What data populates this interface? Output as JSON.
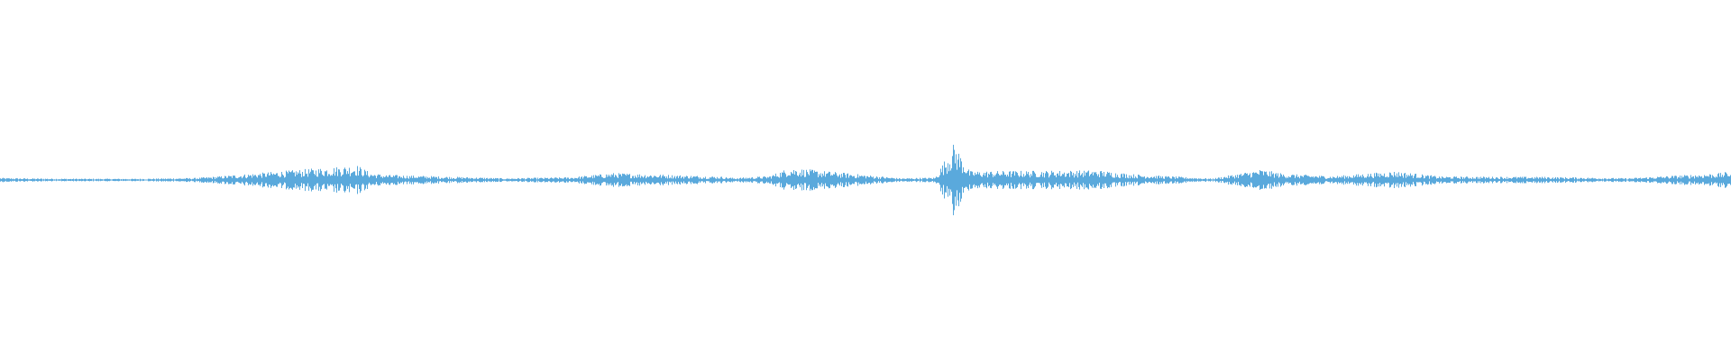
{
  "waveform": {
    "color": "#5aa9dc",
    "center_level": 0.0,
    "amplitude_profile": [
      {
        "t": 0.0,
        "a": 0.012
      },
      {
        "t": 0.01,
        "a": 0.01
      },
      {
        "t": 0.034,
        "a": 0.008
      },
      {
        "t": 0.078,
        "a": 0.007
      },
      {
        "t": 0.112,
        "a": 0.012
      },
      {
        "t": 0.122,
        "a": 0.018
      },
      {
        "t": 0.206,
        "a": 0.085
      },
      {
        "t": 0.214,
        "a": 0.04
      },
      {
        "t": 0.222,
        "a": 0.03
      },
      {
        "t": 0.292,
        "a": 0.01
      },
      {
        "t": 0.33,
        "a": 0.016
      },
      {
        "t": 0.354,
        "a": 0.04
      },
      {
        "t": 0.416,
        "a": 0.02
      },
      {
        "t": 0.424,
        "a": 0.012
      },
      {
        "t": 0.444,
        "a": 0.022
      },
      {
        "t": 0.456,
        "a": 0.07
      },
      {
        "t": 0.52,
        "a": 0.01
      },
      {
        "t": 0.54,
        "a": 0.014
      },
      {
        "t": 0.551,
        "a": 0.21
      },
      {
        "t": 0.56,
        "a": 0.05
      },
      {
        "t": 0.634,
        "a": 0.055
      },
      {
        "t": 0.656,
        "a": 0.032
      },
      {
        "t": 0.7,
        "a": 0.008
      },
      {
        "t": 0.728,
        "a": 0.06
      },
      {
        "t": 0.742,
        "a": 0.035
      },
      {
        "t": 0.77,
        "a": 0.022
      },
      {
        "t": 0.806,
        "a": 0.05
      },
      {
        "t": 0.832,
        "a": 0.02
      },
      {
        "t": 0.894,
        "a": 0.018
      },
      {
        "t": 0.94,
        "a": 0.01
      },
      {
        "t": 0.994,
        "a": 0.04
      },
      {
        "t": 1.0,
        "a": 0.05
      }
    ]
  }
}
